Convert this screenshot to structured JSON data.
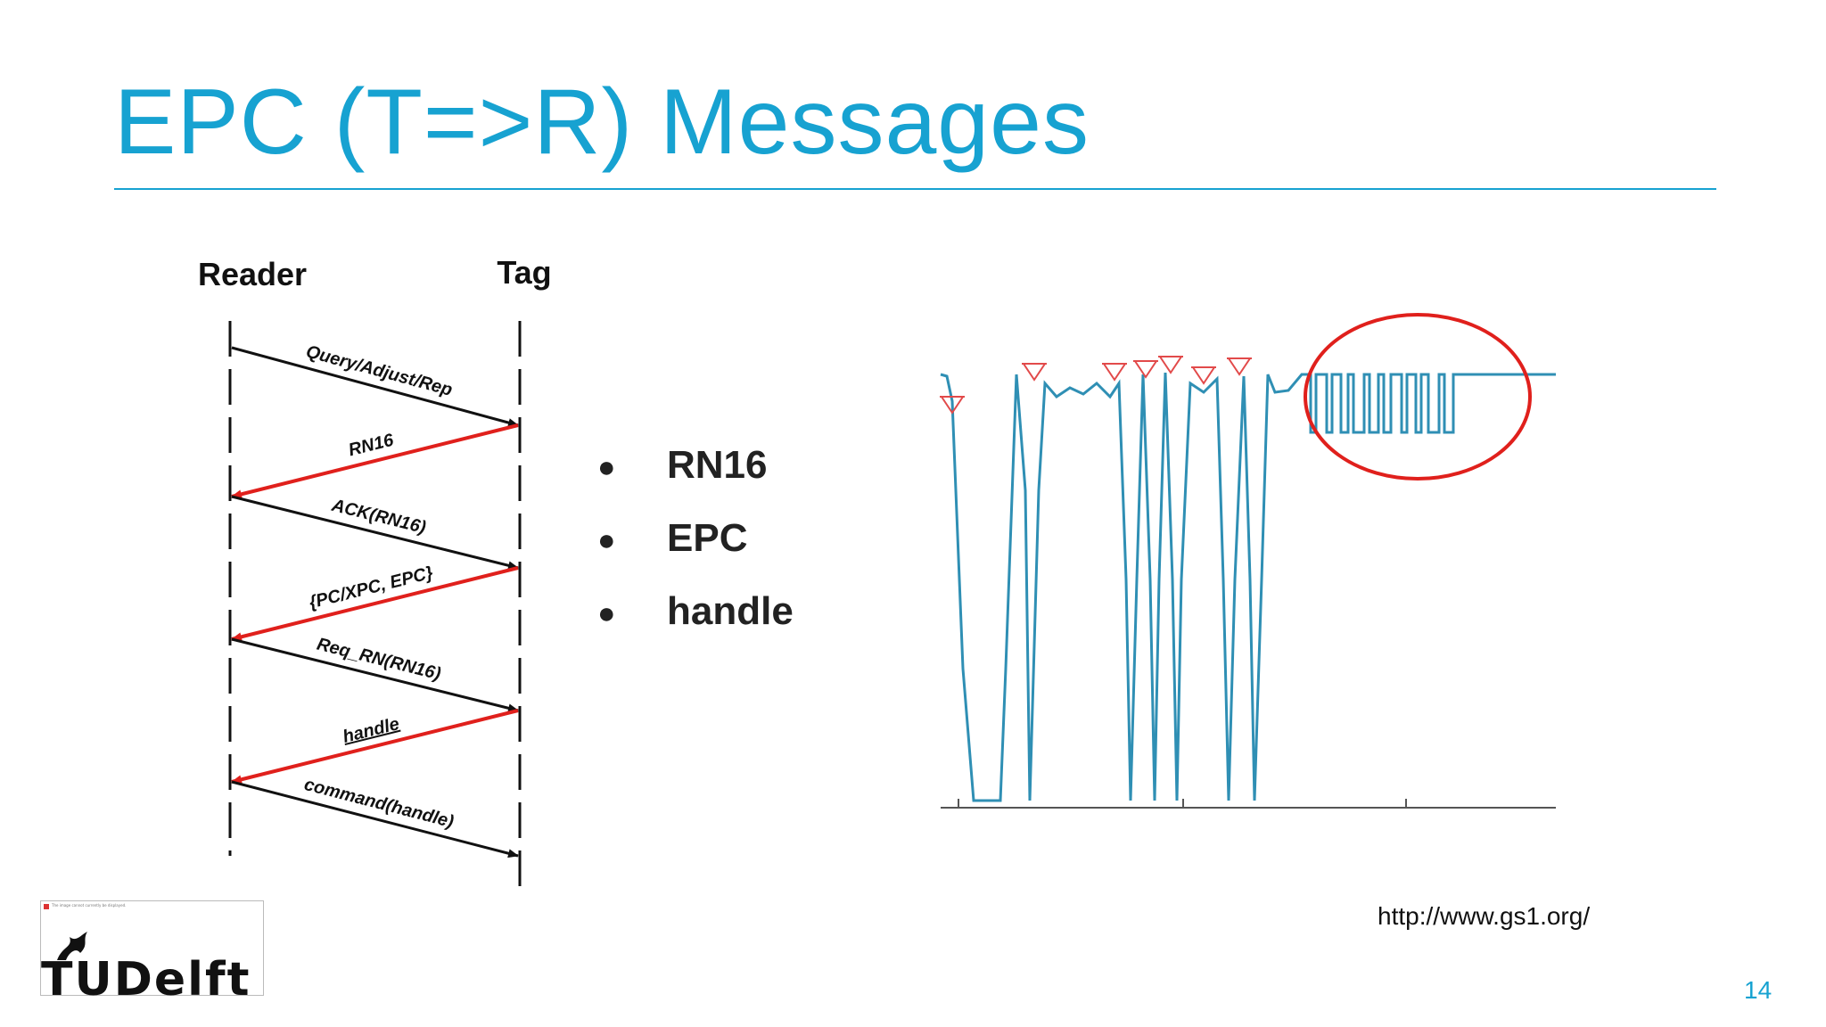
{
  "slide": {
    "title": "EPC (T=>R) Messages",
    "page_number": "14",
    "source": "http://www.gs1.org/"
  },
  "sequence_diagram": {
    "participants": {
      "left": "Reader",
      "right": "Tag"
    },
    "messages": [
      {
        "label": "Query/Adjust/Rep",
        "direction": "reader-to-tag",
        "color": "#111111"
      },
      {
        "label": "RN16",
        "direction": "tag-to-reader",
        "color": "#e0201c"
      },
      {
        "label": "ACK(RN16)",
        "direction": "reader-to-tag",
        "color": "#111111"
      },
      {
        "label": "{PC/XPC, EPC}",
        "direction": "tag-to-reader",
        "color": "#e0201c"
      },
      {
        "label": "Req_RN(RN16)",
        "direction": "reader-to-tag",
        "color": "#111111"
      },
      {
        "label": "handle",
        "direction": "tag-to-reader",
        "color": "#e0201c"
      },
      {
        "label": "command(handle)",
        "direction": "reader-to-tag",
        "color": "#111111"
      }
    ]
  },
  "bullets": [
    {
      "text": "RN16"
    },
    {
      "text": "EPC"
    },
    {
      "text": "handle"
    }
  ],
  "bullet_glyph": "●",
  "waveform": {
    "line_color": "#2f8fb4",
    "marker_color": "#e24a4a",
    "highlight_color": "#e0201c"
  },
  "logo": {
    "text": "TUDelft",
    "broken_image_text": "The image cannot currently be displayed."
  }
}
